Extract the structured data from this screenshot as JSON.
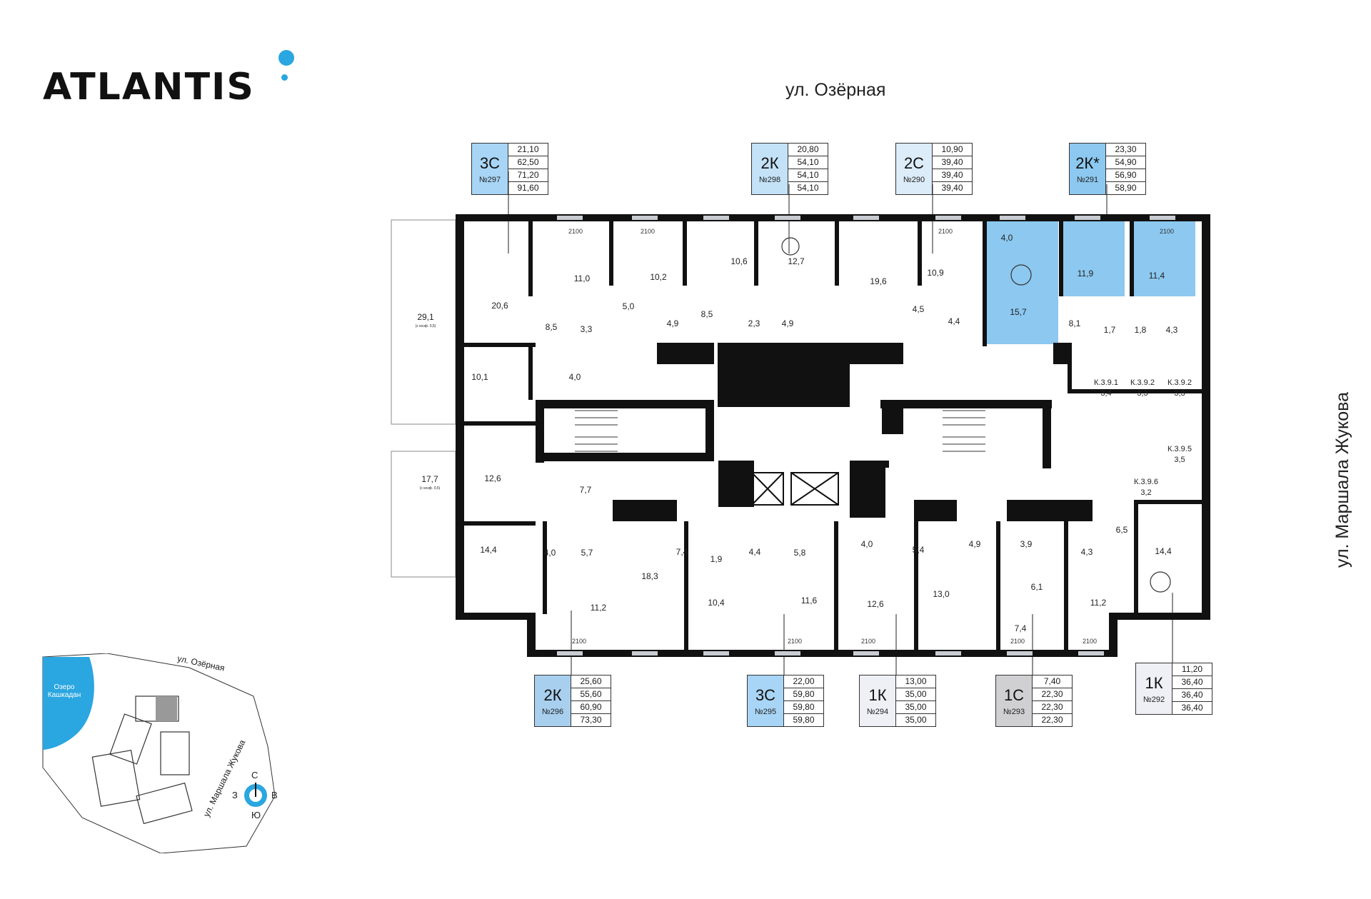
{
  "brand": {
    "name": "ATLANTIS",
    "dot_color": "#2aa6e0"
  },
  "streets": {
    "top": "ул. Озёрная",
    "right": "ул. Маршала Жукова"
  },
  "colors": {
    "highlight": "#8cc8ef",
    "wall": "#111111",
    "light_blue": "#bfe1f7",
    "mid_blue": "#a8cfee",
    "pale": "#eef0f5",
    "grey": "#d0d0d2"
  },
  "apartments": [
    {
      "type": "3С",
      "number": "№297",
      "values": [
        "21,10",
        "62,50",
        "71,20",
        "91,60"
      ]
    },
    {
      "type": "2К",
      "number": "№298",
      "values": [
        "20,80",
        "54,10",
        "54,10",
        "54,10"
      ]
    },
    {
      "type": "2С",
      "number": "№290",
      "values": [
        "10,90",
        "39,40",
        "39,40",
        "39,40"
      ]
    },
    {
      "type": "2К*",
      "number": "№291",
      "values": [
        "23,30",
        "54,90",
        "56,90",
        "58,90"
      ]
    },
    {
      "type": "2К",
      "number": "№296",
      "values": [
        "25,60",
        "55,60",
        "60,90",
        "73,30"
      ]
    },
    {
      "type": "3С",
      "number": "№295",
      "values": [
        "22,00",
        "59,80",
        "59,80",
        "59,80"
      ]
    },
    {
      "type": "1К",
      "number": "№294",
      "values": [
        "13,00",
        "35,00",
        "35,00",
        "35,00"
      ]
    },
    {
      "type": "1С",
      "number": "№293",
      "values": [
        "7,40",
        "22,30",
        "22,30",
        "22,30"
      ]
    },
    {
      "type": "1К",
      "number": "№292",
      "values": [
        "11,20",
        "36,40",
        "36,40",
        "36,40"
      ]
    }
  ],
  "rooms": [
    "20,6",
    "11,0",
    "10,2",
    "10,6",
    "12,7",
    "19,6",
    "10,9",
    "4,0",
    "11,9",
    "11,4",
    "15,7",
    "8,5",
    "3,3",
    "5,0",
    "4,9",
    "8,5",
    "2,3",
    "4,9",
    "4,5",
    "4,4",
    "8,1",
    "1,7",
    "1,8",
    "4,3",
    "10,1",
    "4,0",
    "12,6",
    "7,7",
    "14,4",
    "4,0",
    "5,7",
    "18,3",
    "7,4",
    "1,9",
    "4,4",
    "5,8",
    "4,0",
    "5,4",
    "4,9",
    "3,9",
    "4,3",
    "6,5",
    "14,4",
    "11,2",
    "10,4",
    "11,6",
    "12,6",
    "13,0",
    "6,1",
    "7,4",
    "11,2",
    "29,1",
    "17,7"
  ],
  "balcony_note": "(с коэф. 0,5)",
  "storages": [
    {
      "code": "К.3.9.1",
      "area": "3,4"
    },
    {
      "code": "К.3.9.2",
      "area": "3,3"
    },
    {
      "code": "К.3.9.2",
      "area": "3,3"
    },
    {
      "code": "К.3.9.5",
      "area": "3,5"
    },
    {
      "code": "К.3.9.6",
      "area": "3,2"
    }
  ],
  "window_label": "2100",
  "minimap": {
    "lake": "Озеро Кашкадан",
    "street_top": "ул. Озёрная",
    "street_right": "ул. Маршала Жукова"
  },
  "compass": {
    "n": "С",
    "s": "Ю",
    "w": "З",
    "e": "В"
  }
}
